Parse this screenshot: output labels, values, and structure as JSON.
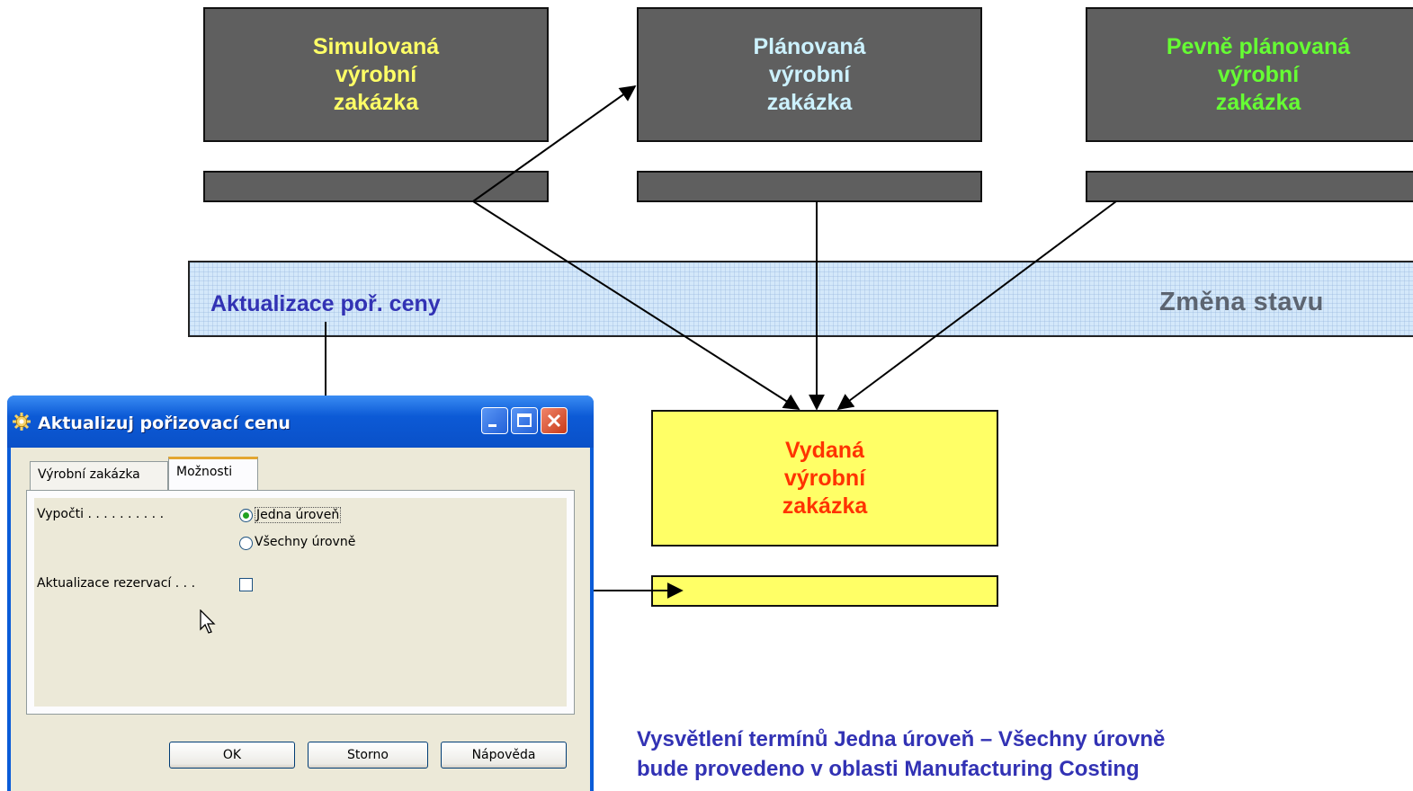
{
  "boxes": {
    "simulated": {
      "label": "Simulovaná\nvýrobní\nzakázka",
      "color": "#ffff66"
    },
    "planned": {
      "label": "Plánovaná\nvýrobní\nzakázka",
      "color": "#ccf2ff"
    },
    "firm_planned": {
      "label": "Pevně plánovaná\nvýrobní\nzakázka",
      "color": "#66ff33"
    },
    "released": {
      "label": "Vydaná\nvýrobní\nzakázka",
      "color": "#ff3300",
      "fill": "#ffff66"
    }
  },
  "band": {
    "left_label": "Aktualizace poř. ceny",
    "right_label": "Změna stavu"
  },
  "dialog": {
    "title": "Aktualizuj pořizovací cenu",
    "tabs": [
      "Výrobní zakázka",
      "Možnosti"
    ],
    "calc_label": "Vypočti . . . . . . . . . .",
    "option_one": "Jedna úroveň",
    "option_all": "Všechny úrovně",
    "reservation_label": "Aktualizace rezervací . . .",
    "buttons": {
      "ok": "OK",
      "cancel": "Storno",
      "help": "Nápověda"
    }
  },
  "note": {
    "line1": "Vysvětlení termínů Jedna úroveň – Všechny úrovně",
    "line2": "bude provedeno v oblasti Manufacturing Costing"
  }
}
